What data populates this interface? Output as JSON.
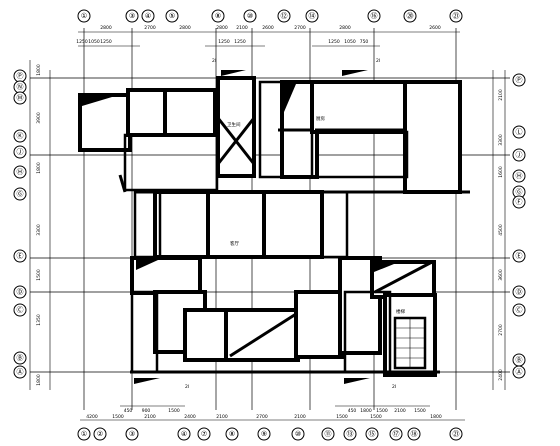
{
  "drawing": {
    "top_axes": [
      "①",
      "③",
      "④",
      "⑤",
      "⑧",
      "⑩",
      "⑫",
      "⑭",
      "⑯",
      "⑳",
      "㉑"
    ],
    "bottom_axes": [
      "①",
      "②",
      "③",
      "④",
      "⑦",
      "⑧",
      "⑨",
      "⑩",
      "⑪",
      "⑬",
      "⑮",
      "⑰",
      "⑱",
      "㉑"
    ],
    "left_axes": [
      "Ⓟ",
      "Ⓝ",
      "Ⓜ",
      "Ⓚ",
      "Ⓙ",
      "Ⓗ",
      "Ⓖ",
      "Ⓔ",
      "Ⓓ",
      "Ⓒ",
      "Ⓑ",
      "Ⓐ"
    ],
    "right_axes": [
      "Ⓟ",
      "Ⓛ",
      "Ⓙ",
      "Ⓗ",
      "Ⓖ",
      "Ⓕ",
      "Ⓔ",
      "Ⓓ",
      "Ⓒ",
      "Ⓑ",
      "Ⓐ"
    ],
    "top_dims": [
      "2800",
      "2700",
      "2800",
      "2800",
      "2100",
      "2600",
      "2700",
      "2800",
      "2600"
    ],
    "top_subdims_left": [
      "1250",
      "1050",
      "1250"
    ],
    "top_subdims_mid": [
      "1250",
      "1250"
    ],
    "top_subdims_right": [
      "1250",
      "1050",
      "750"
    ],
    "bottom_dims": [
      "4200",
      "1500",
      "2100",
      "2400",
      "2100",
      "2700",
      "2100",
      "1500",
      "1500",
      "1800"
    ],
    "bottom_subdims_left": [
      "450",
      "900",
      "1500"
    ],
    "bottom_subdims_right": [
      "450",
      "1800",
      "1500",
      "2100",
      "1500"
    ],
    "left_dims": [
      "1800",
      "3900",
      "1800",
      "3300",
      "1500",
      "1350",
      "1800"
    ],
    "right_dims": [
      "2100",
      "3300",
      "1600",
      "4500",
      "3600",
      "2700",
      "2400"
    ],
    "room_labels": [
      "卫生间",
      "厨房",
      "客厅",
      "楼梯"
    ],
    "section_marks": [
      "2I",
      "2I",
      "2I",
      "2I"
    ]
  }
}
